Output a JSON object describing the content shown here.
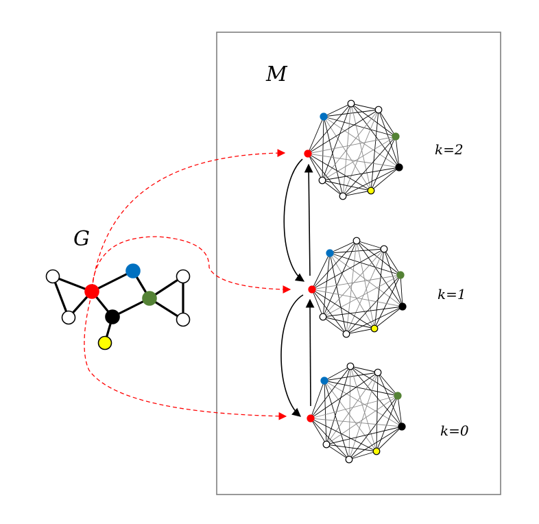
{
  "labels": {
    "graph": "G",
    "multilayer": "M",
    "layers": [
      "k=2",
      "k=1",
      "k=0"
    ]
  },
  "colors": {
    "red": "#ff0000",
    "blue": "#0070c0",
    "green": "#548235",
    "black": "#000000",
    "yellow": "#ffff00",
    "white": "#ffffff",
    "link_dashed": "#ff0000",
    "frame": "#7f7f7f"
  },
  "graph_g": {
    "node_colors": [
      "white",
      "white",
      "red",
      "blue",
      "black",
      "yellow",
      "green",
      "white",
      "white"
    ],
    "edges": [
      [
        0,
        2
      ],
      [
        0,
        1
      ],
      [
        1,
        2
      ],
      [
        2,
        3
      ],
      [
        2,
        4
      ],
      [
        3,
        6
      ],
      [
        4,
        6
      ],
      [
        4,
        5
      ],
      [
        6,
        7
      ],
      [
        6,
        8
      ],
      [
        7,
        8
      ]
    ]
  },
  "layer_node_colors": [
    "blue",
    "white",
    "white",
    "green",
    "black",
    "yellow",
    "white",
    "white",
    "red"
  ]
}
